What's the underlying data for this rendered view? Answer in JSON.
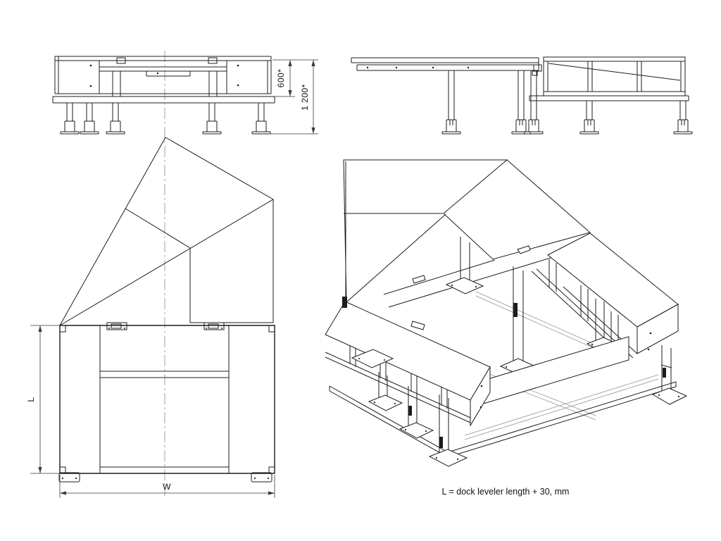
{
  "drawing": {
    "note": "L = dock leveler length + 30, mm",
    "dimensions": {
      "frame_height": "600*",
      "total_height": "1 200*",
      "length": "L",
      "width": "W"
    },
    "colors": {
      "line": "#1c1c1c",
      "light_line": "#a9a9a9",
      "centerline": "#8c8c8c",
      "background": "#ffffff"
    }
  }
}
